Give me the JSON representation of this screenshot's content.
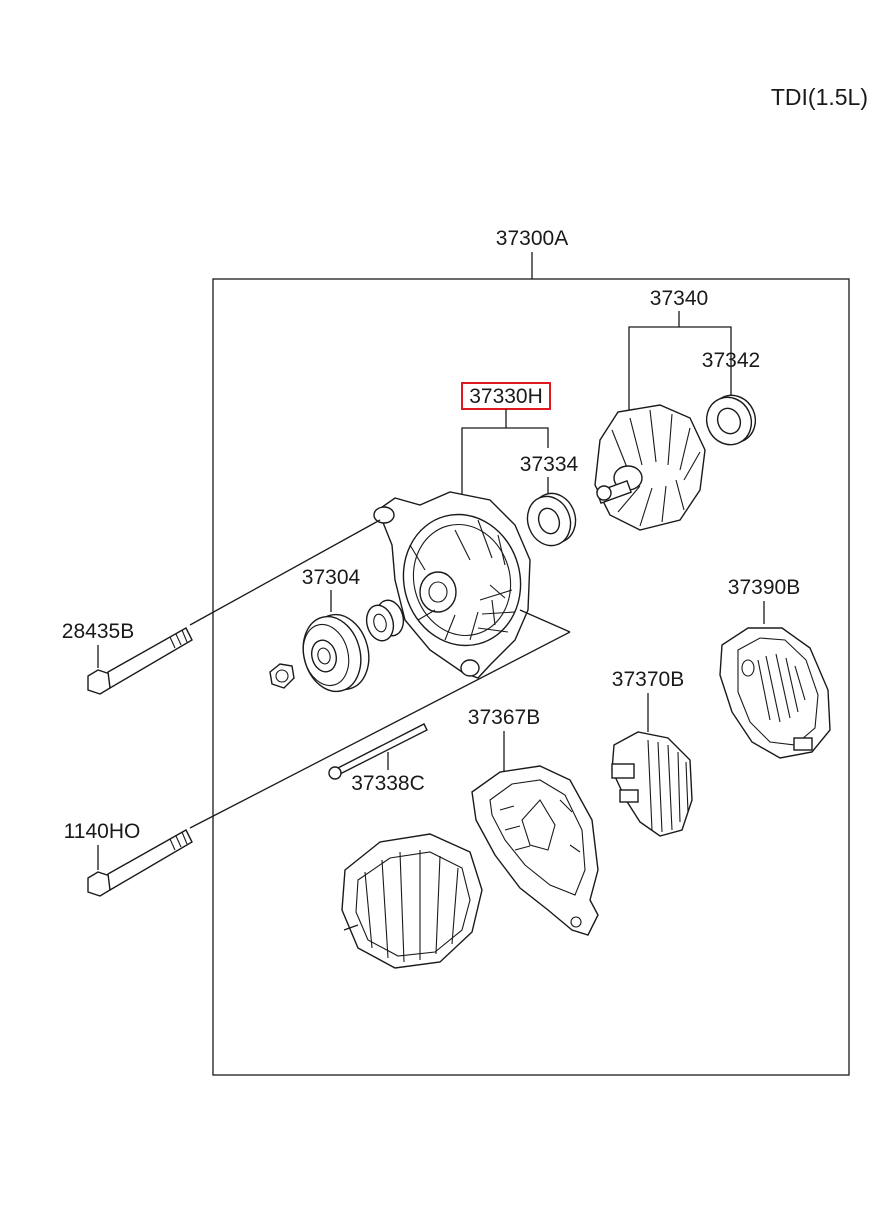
{
  "title": "TDI(1.5L)",
  "labels": {
    "assembly": "37300A",
    "rotor": "37340",
    "rotor_bearing": "37342",
    "front_bracket": "37330H",
    "front_bearing": "37334",
    "pulley": "37304",
    "through_bolt_upper": "28435B",
    "stud_bolt": "37338C",
    "through_bolt_lower": "1140HO",
    "rectifier": "37367B",
    "regulator": "37370B",
    "rear_cover": "37390B"
  },
  "highlight": {
    "part": "37330H",
    "color": "#e0191f"
  }
}
